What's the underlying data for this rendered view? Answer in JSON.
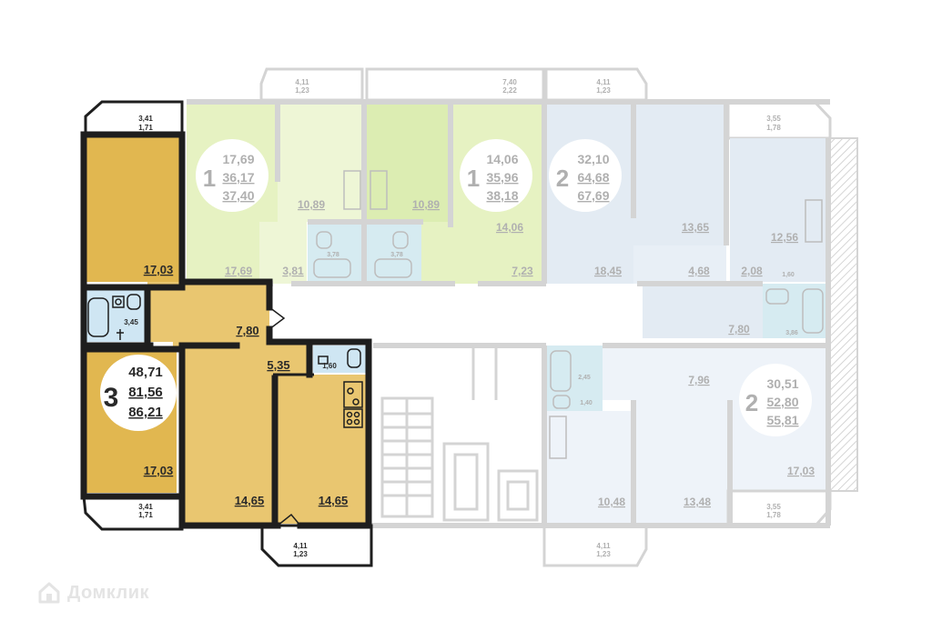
{
  "brand": {
    "name": "Домклик"
  },
  "colors": {
    "wall_active": "#1e1e1e",
    "wall_inactive": "#d4d4d4",
    "apt3_gold": "#e1b750",
    "apt3_light": "#e9c670",
    "green_light": "#e6f2c2",
    "green_mid": "#dcedb2",
    "blue_light": "#e3ebf3",
    "bath_tile": "#cfe6f3"
  },
  "selected_apartment": {
    "rooms": "3",
    "living_area": "48,71",
    "total_area": "81,56",
    "total_with_balcony": "86,21",
    "room_areas": {
      "bedroom_top": "17,03",
      "bedroom_bottom": "17,03",
      "corridor": "7,80",
      "hall": "5,35",
      "room_left": "14,65",
      "room_right": "14,65",
      "bathroom": "3,45",
      "toilet": "1,60"
    },
    "balconies": {
      "top": [
        "3,41",
        "1,71"
      ],
      "bottom_left": [
        "3,41",
        "1,71"
      ],
      "bottom": [
        "4,11",
        "1,23"
      ]
    }
  },
  "other_apartments": [
    {
      "rooms": "1",
      "living": "17,69",
      "total": "36,17",
      "total_bal": "37,40"
    },
    {
      "rooms": "1",
      "living": "14,06",
      "total": "35,96",
      "total_bal": "38,18"
    },
    {
      "rooms": "2",
      "living": "32,10",
      "total": "64,68",
      "total_bal": "67,69"
    },
    {
      "rooms": "2",
      "living": "30,51",
      "total": "52,80",
      "total_bal": "55,81"
    }
  ],
  "other_room_areas": {
    "a1_kitchen": "10,89",
    "a1_room": "17,69",
    "a1_hall": "3,81",
    "a1_bath": "3,78",
    "a2_kitchen": "10,89",
    "a2_room": "14,06",
    "a2_hall": "7,23",
    "a2_bath": "3,78",
    "a2_room_label": "14,06",
    "a3_room1": "18,45",
    "a3_room2": "13,65",
    "a3_hall": "4,68",
    "a3_wc": "2,08",
    "a3_kitchen": "12,56",
    "a3_toilet": "1,60",
    "a3_corridor": "7,80",
    "a3_bath": "3,86",
    "a4_bath": "2,45",
    "a4_toilet": "1,40",
    "a4_corridor": "7,96",
    "a4_kitchen": "10,48",
    "a4_room": "13,48",
    "a4_room2": "17,03"
  },
  "other_balconies": {
    "top_left": [
      "4,11",
      "1,23"
    ],
    "top_mid": [
      "7,40",
      "2,22"
    ],
    "top_right": [
      "4,11",
      "1,23"
    ],
    "right_top": [
      "3,55",
      "1,78"
    ],
    "right_bottom": [
      "3,55",
      "1,78"
    ],
    "bottom_right": [
      "4,11",
      "1,23"
    ]
  }
}
